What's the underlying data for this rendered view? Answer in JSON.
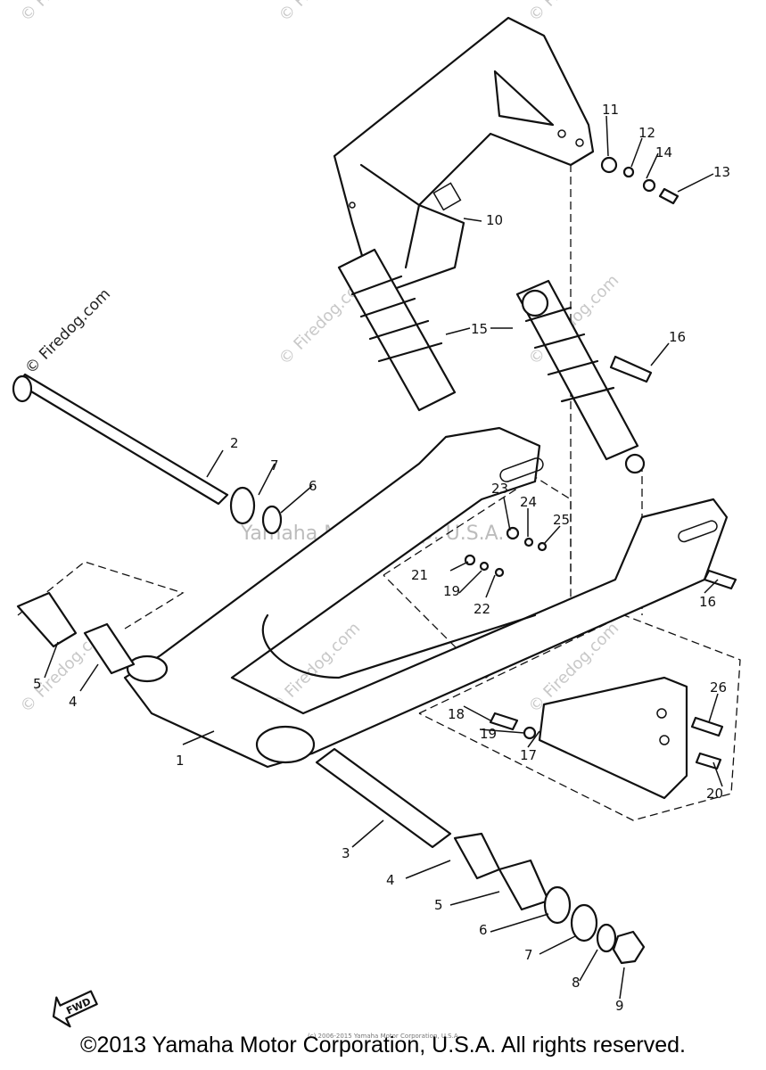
{
  "callouts": [
    "1",
    "2",
    "3",
    "4",
    "4",
    "5",
    "5",
    "6",
    "6",
    "7",
    "7",
    "8",
    "9",
    "10",
    "11",
    "12",
    "13",
    "14",
    "15",
    "16",
    "16",
    "17",
    "18",
    "19",
    "19",
    "20",
    "21",
    "22",
    "23",
    "24",
    "25",
    "26"
  ],
  "watermark": {
    "text": "© Firedog.com",
    "center_text": "Yamaha Motor Corp. U.S.A."
  },
  "fwd_label": "FWD",
  "small_print": "(c) 2006-2015 Yamaha Motor Corporation, U.S.A.",
  "copyright": "©2013 Yamaha Motor Corporation, U.S.A. All rights reserved."
}
